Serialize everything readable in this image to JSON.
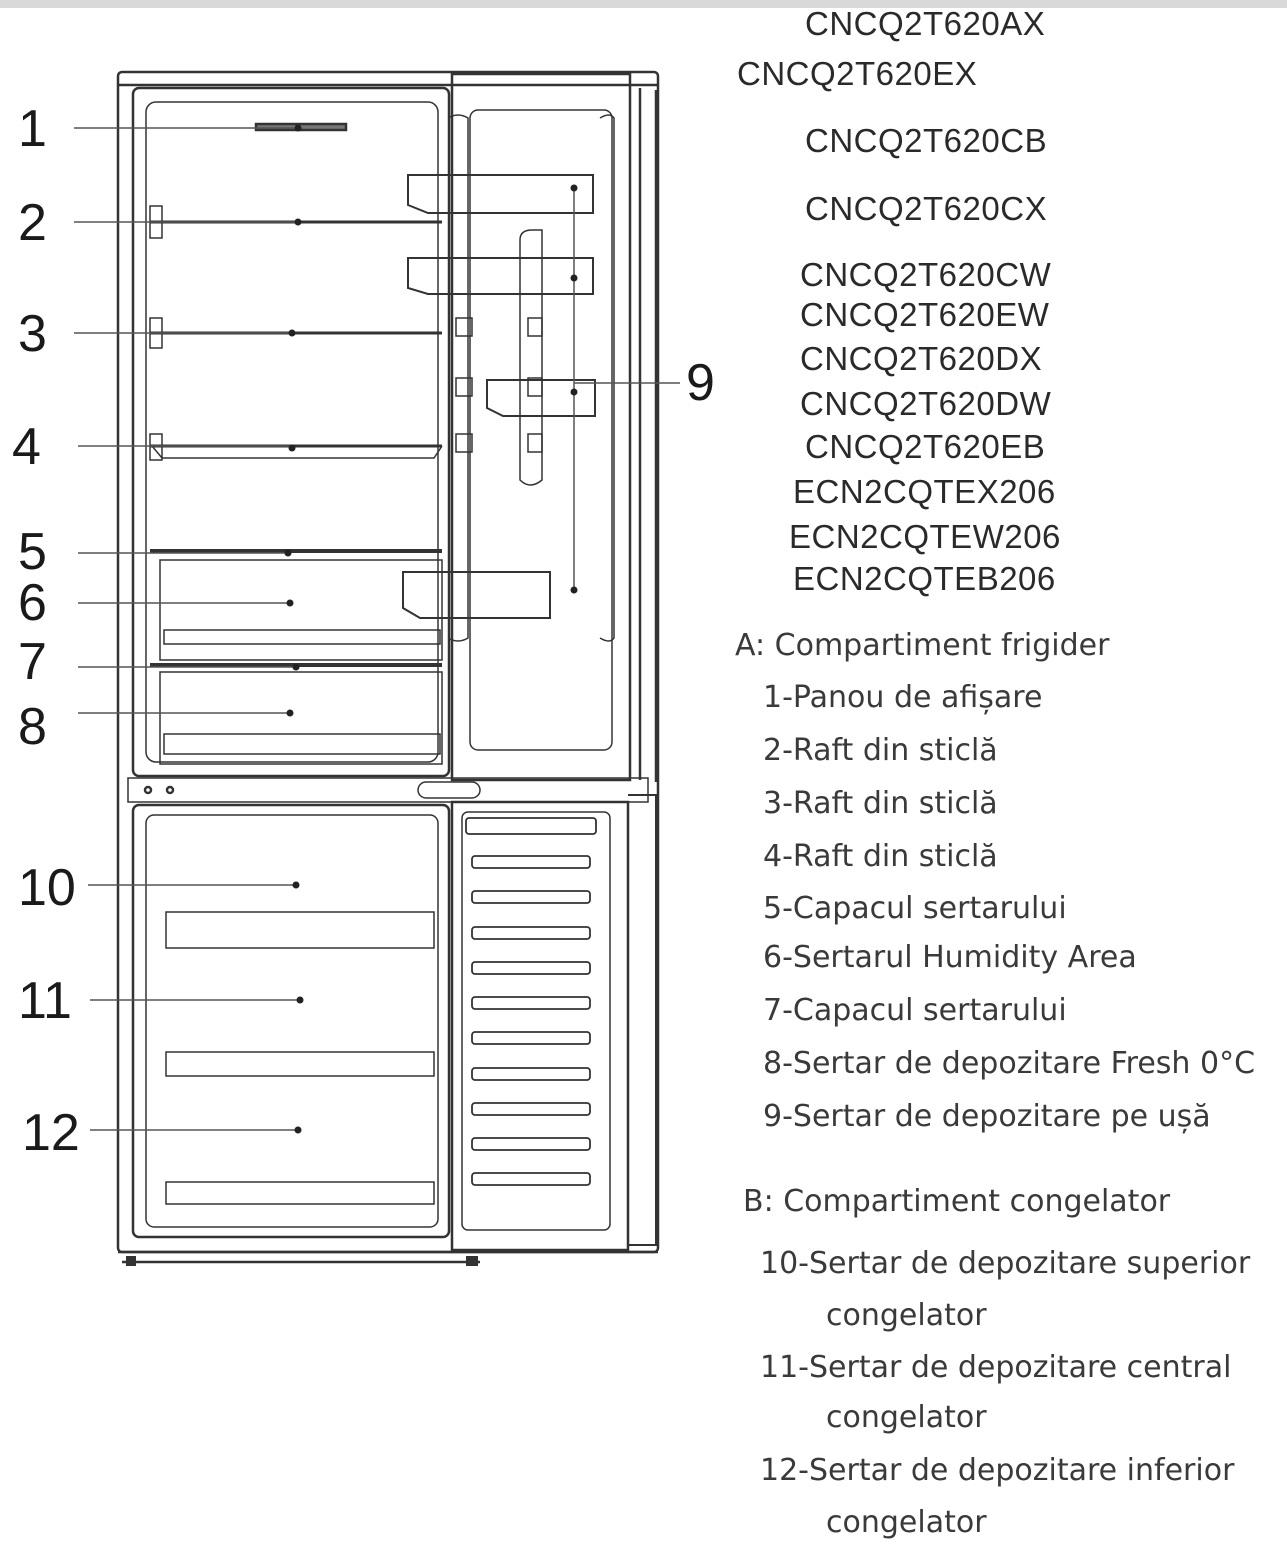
{
  "callouts": [
    "1",
    "2",
    "3",
    "4",
    "5",
    "6",
    "7",
    "8",
    "9",
    "10",
    "11",
    "12"
  ],
  "models": [
    "CNCQ2T620AX",
    "CNCQ2T620EX",
    "CNCQ2T620CB",
    "CNCQ2T620CX",
    "CNCQ2T620CW",
    "CNCQ2T620EW",
    "CNCQ2T620DX",
    "CNCQ2T620DW",
    "CNCQ2T620EB",
    "ECN2CQTEX206",
    "ECN2CQTEW206",
    "ECN2CQTEB206"
  ],
  "legend": {
    "fridge_heading": "A: Compartiment frigider",
    "fridge_items": [
      "1-Panou de afișare",
      "2-Raft din sticlă",
      "3-Raft din sticlă",
      "4-Raft din sticlă",
      "5-Capacul sertarului",
      "6-Sertarul Humidity Area",
      "7-Capacul sertarului",
      "8-Sertar de depozitare Fresh 0°C",
      "9-Sertar de depozitare pe ușă"
    ],
    "freezer_heading": "B: Compartiment congelator",
    "freezer_items": [
      {
        "line1": "10-Sertar de depozitare superior",
        "line2": "congelator"
      },
      {
        "line1": "11-Sertar de depozitare central",
        "line2": "congelator"
      },
      {
        "line1": "12-Sertar de depozitare inferior",
        "line2": "congelator"
      }
    ]
  }
}
